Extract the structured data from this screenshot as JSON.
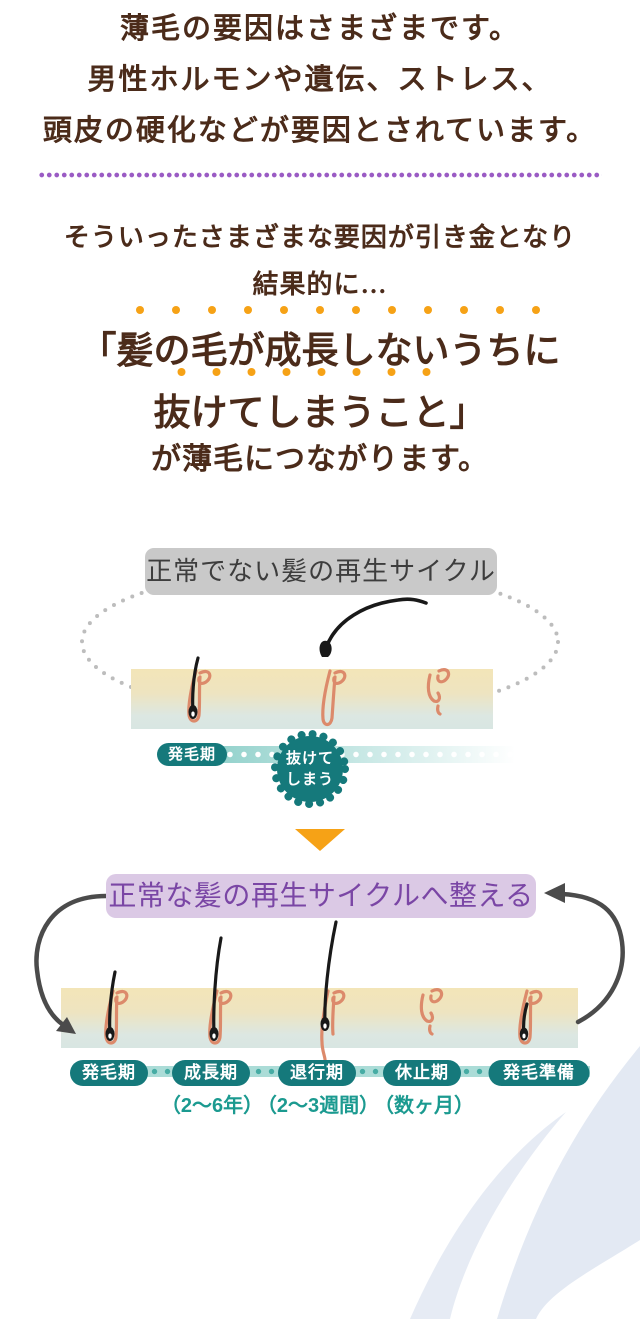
{
  "intro": {
    "lines": [
      "薄毛の要因はさまざまです。",
      "男性ホルモンや遺伝、ストレス、",
      "頭皮の硬化などが要因とされています。"
    ]
  },
  "lead": {
    "lines": [
      "そういったさまざまな要因が引き金となり",
      "結果的に…"
    ]
  },
  "quote": {
    "dots_line1": 12,
    "dots_line2": 8,
    "line1": "「髪の毛が成長しないうちに",
    "line2": "抜けてしまうこと」",
    "suffix": "が薄毛につながります。"
  },
  "cycle_abnormal": {
    "title": "正常でない髪の再生サイクル",
    "stage": "発毛期",
    "burst": {
      "line1": "抜けて",
      "line2": "しまう"
    }
  },
  "cycle_normal": {
    "title": "正常な髪の再生サイクルへ整える",
    "stages": [
      {
        "label": "発毛期",
        "duration": ""
      },
      {
        "label": "成長期",
        "duration": "（2〜6年）"
      },
      {
        "label": "退行期",
        "duration": "（2〜3週間）"
      },
      {
        "label": "休止期",
        "duration": "（数ヶ月）"
      },
      {
        "label": "発毛準備期",
        "duration": ""
      }
    ]
  },
  "colors": {
    "text_brown": "#4b2b1a",
    "accent_orange": "#f6a216",
    "divider_purple": "#9a5bc4",
    "teal": "#15797b",
    "teal_track": "#abdcd7",
    "teal_text": "#1b9a90",
    "purple_badge_bg": "#dbc9e5",
    "purple_badge_text": "#7a46a5",
    "gray_badge_bg": "#c9c9c9",
    "follicle_salmon": "#dc8a6b",
    "loop_arrow_gray": "#4b4b4b"
  }
}
